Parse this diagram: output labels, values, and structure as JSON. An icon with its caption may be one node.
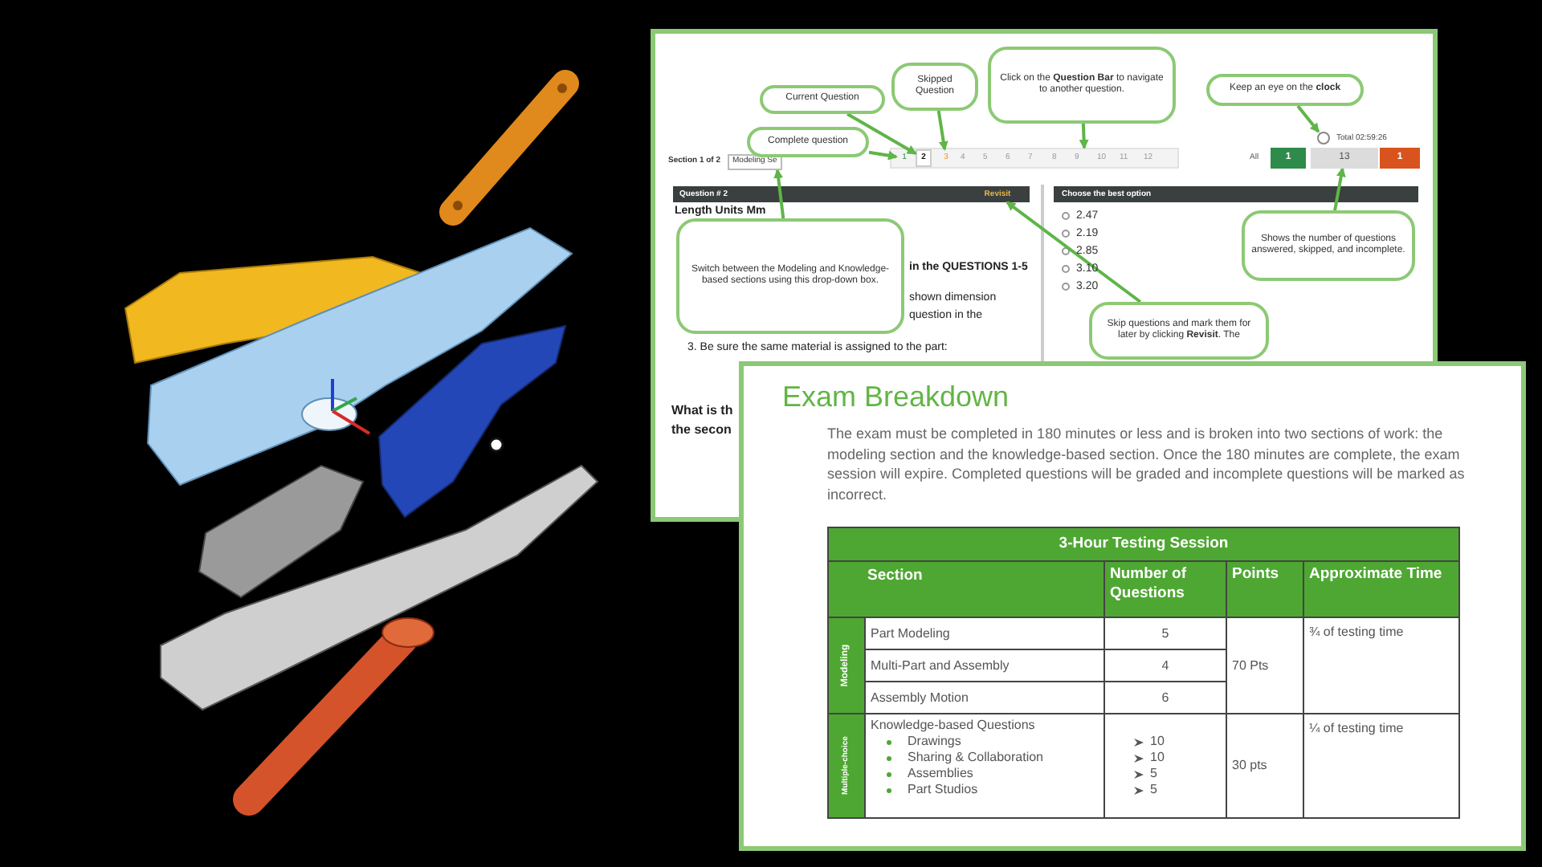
{
  "diagram": {
    "nodes": [
      {
        "text": [
          "Current Question"
        ]
      },
      {
        "text": [
          "Skipped Question"
        ]
      },
      {
        "text": [
          "Click on the **Question Bar** to navigate to another question."
        ]
      },
      {
        "text": [
          "Keep an eye on the **clock**"
        ]
      },
      {
        "text": [
          "Complete question"
        ]
      },
      {
        "text": [
          "1"
        ],
        "in": 8
      },
      {
        "text": [
          "2"
        ],
        "in": 8
      },
      {
        "text": [
          "3"
        ],
        "in": 8
      },
      {
        "text": [],
        "shape": "bar"
      },
      {
        "text": [],
        "shape": "circle"
      },
      {
        "text": [
          "13"
        ]
      },
      {
        "text": [
          "Shows the number of questions answered, skipped, and incomplete."
        ]
      },
      {
        "text": [
          "Switch between the Modeling and Knowledge-based sections using this drop-down box."
        ]
      },
      {
        "text": [
          "Modeling Se"
        ]
      },
      {
        "text": [
          "Skip questions and mark them for later by clicking **Revisit**. The"
        ]
      },
      {
        "text": [
          "Revisit"
        ]
      },
      {
        "text": [
          "Exam Breakdown",
          "The exam must be completed in 180 minutes or less and is broken into two sections of work: the modeling section and the knowledge-based section. Once the 180 minutes are complete, the exam session will expire. Completed questions will be graded and incomplete questions will be marked as incorrect."
        ]
      }
    ],
    "edges": [
      {
        "from": 0,
        "to": 6,
        "arrow": "to"
      },
      {
        "from": 1,
        "to": 7,
        "arrow": "to"
      },
      {
        "from": 2,
        "to": 8,
        "arrow": "to"
      },
      {
        "from": 3,
        "to": 9,
        "arrow": "to"
      },
      {
        "from": 4,
        "to": 5,
        "arrow": "to"
      },
      {
        "from": 11,
        "to": 10,
        "arrow": "to"
      },
      {
        "from": 12,
        "to": 13,
        "arrow": "to"
      },
      {
        "from": 14,
        "to": 15,
        "arrow": "to"
      }
    ],
    "labels": [
      "Section 1 of 2",
      "4",
      "5",
      "6",
      "7",
      "8",
      "9",
      "10",
      "11",
      "12",
      "All",
      "1",
      "1",
      "Total 02:59:26",
      "Question # 2",
      "Choose the best option",
      "Length Units Mm",
      "in the QUESTIONS 1-5",
      "shown dimension",
      "question in the",
      "3. Be sure the same material is assigned to the part:",
      "What is th",
      "the secon",
      "2.47",
      "2.19",
      "2.85",
      "3.10",
      "3.20",
      "3-Hour Testing Session",
      "Section",
      "Number of Questions",
      "Points",
      "Approximate Time",
      "Modeling",
      "Part Modeling",
      "5",
      "70 Pts",
      "¾ of testing time",
      "Multi-Part and Assembly",
      "4",
      "Assembly Motion",
      "6",
      "Multiple-choice",
      "Knowledge-based Questions",
      "Drawings",
      "10",
      "Sharing & Collaboration",
      "10",
      "Assemblies",
      "5",
      "Part Studios",
      "5",
      "30 pts",
      "¼ of testing time"
    ]
  }
}
